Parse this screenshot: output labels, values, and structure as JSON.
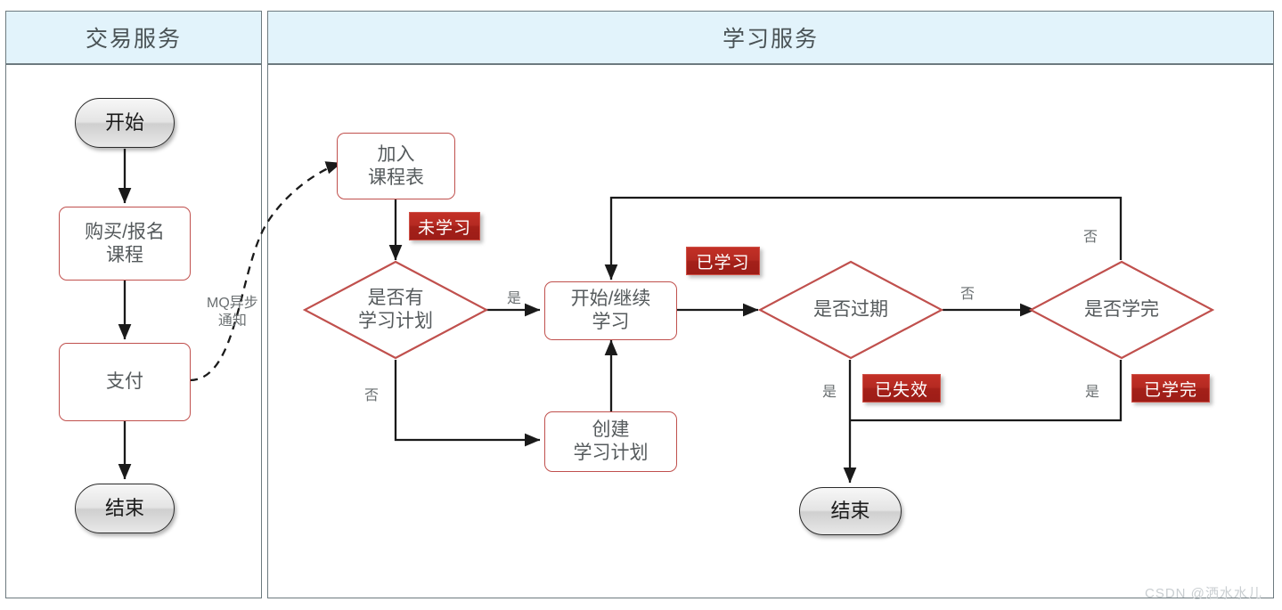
{
  "diagram": {
    "title_left_lane": "交易服务",
    "title_right_lane": "学习服务",
    "watermark": "CSDN @洒水水儿",
    "accent_red": "#c0504d",
    "badge_red": "#b52a22",
    "lane_header_bg": "#e2f3fb",
    "lane_border": "#6d7a7f"
  },
  "nodes": {
    "start": "开始",
    "purchase": "购买/报名\n课程",
    "purchase_line1": "购买/报名",
    "purchase_line2": "课程",
    "pay": "支付",
    "end_left": "结束",
    "join_course_line1": "加入",
    "join_course_line2": "课程表",
    "has_plan_line1": "是否有",
    "has_plan_line2": "学习计划",
    "start_continue_line1": "开始/继续",
    "start_continue_line2": "学习",
    "create_plan_line1": "创建",
    "create_plan_line2": "学习计划",
    "is_expired": "是否过期",
    "is_finished": "是否学完",
    "end_right": "结束"
  },
  "badges": {
    "not_studied": "未学习",
    "studied": "已学习",
    "expired": "已失效",
    "finished": "已学完"
  },
  "edge_labels": {
    "mq_line1": "MQ异步",
    "mq_line2": "通知",
    "has_plan_yes": "是",
    "has_plan_no": "否",
    "expired_no": "否",
    "expired_yes": "是",
    "finished_no": "否",
    "finished_yes": "是"
  }
}
